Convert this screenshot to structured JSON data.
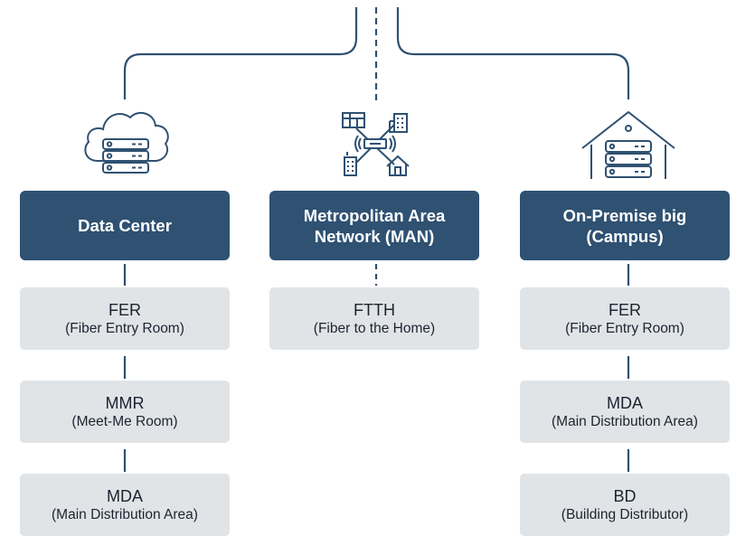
{
  "colors": {
    "primary": "#2f5172",
    "box_fill": "#e1e4e7",
    "text_dark": "#1c2430"
  },
  "columns": [
    {
      "icon": "cloud-server-icon",
      "title": "Data Center",
      "items": [
        {
          "title": "FER",
          "subtitle": "(Fiber Entry Room)"
        },
        {
          "title": "MMR",
          "subtitle": "(Meet-Me Room)"
        },
        {
          "title": "MDA",
          "subtitle": "(Main Distribution Area)"
        }
      ]
    },
    {
      "icon": "city-network-icon",
      "title": "Metropolitan Area Network (MAN)",
      "items": [
        {
          "title": "FTTH",
          "subtitle": "(Fiber to the Home)"
        }
      ]
    },
    {
      "icon": "house-server-icon",
      "title": "On-Premise big (Campus)",
      "items": [
        {
          "title": "FER",
          "subtitle": "(Fiber Entry Room)"
        },
        {
          "title": "MDA",
          "subtitle": "(Main Distribution Area)"
        },
        {
          "title": "BD",
          "subtitle": "(Building Distributor)"
        }
      ]
    }
  ]
}
